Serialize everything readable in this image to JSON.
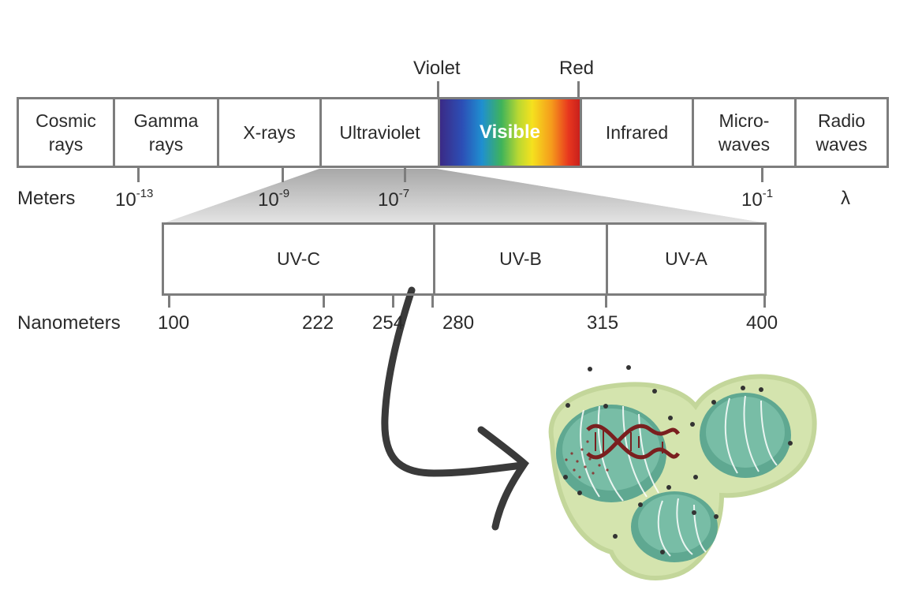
{
  "spectrum": {
    "top_labels": {
      "violet": "Violet",
      "red": "Red"
    },
    "bands": [
      {
        "label": "Cosmic\nrays"
      },
      {
        "label": "Gamma\nrays"
      },
      {
        "label": "X-rays"
      },
      {
        "label": "Ultraviolet"
      },
      {
        "label": "Visible"
      },
      {
        "label": "Infrared"
      },
      {
        "label": "Micro-\nwaves"
      },
      {
        "label": "Radio\nwaves"
      }
    ],
    "scale_label": "Meters",
    "ticks": [
      {
        "base": "10",
        "exp": "-13"
      },
      {
        "base": "10",
        "exp": "-9"
      },
      {
        "base": "10",
        "exp": "-7"
      },
      {
        "base": "10",
        "exp": "-1"
      }
    ],
    "lambda": "λ"
  },
  "uv": {
    "bands": [
      {
        "label": "UV-C"
      },
      {
        "label": "UV-B"
      },
      {
        "label": "UV-A"
      }
    ],
    "scale_label": "Nanometers",
    "ticks": [
      "100",
      "222",
      "254",
      "280",
      "315",
      "400"
    ]
  },
  "colors": {
    "frame": "#7d7d7d",
    "cell_outer": "#cfe0a7",
    "nucleus": "#6fb39d",
    "dna": "#7a1f1f",
    "arrow": "#3a3a3a"
  },
  "icons": [
    "curved-arrow-icon",
    "cell-cluster-icon",
    "dna-helix-icon"
  ]
}
